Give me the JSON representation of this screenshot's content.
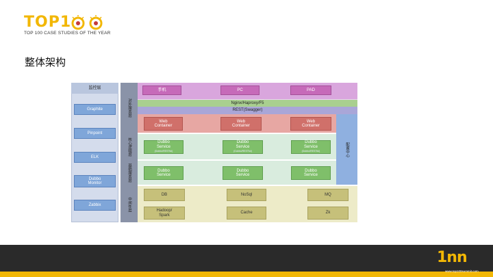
{
  "header": {
    "logo_text": "TOP1",
    "logo_subtitle": "TOP 100 CASE STUDIES OF THE YEAR",
    "title": "整体架构"
  },
  "monitor": {
    "title": "监控层",
    "items": [
      "Graphite",
      "Pinpoint",
      "ELK",
      "Dubbo\nMonitor",
      "Zabbix"
    ]
  },
  "layers": {
    "external": "对外服务层",
    "core": "核心逻辑层",
    "base": "基础服务层",
    "middleware": "中间件层",
    "config": "配置中心"
  },
  "clients": [
    "手机",
    "PC",
    "PAD"
  ],
  "gateway": "Nginx/Haproxy/F5",
  "rest": "REST(Swagger)",
  "web_containers": [
    "Web\nContainer",
    "Web\nContainer",
    "Web\nContainer"
  ],
  "core_services": [
    "Dubbo\nService",
    "Dubbo\nService",
    "Dubbo\nService"
  ],
  "core_service_sub": "(Dubbo/RESTful)",
  "base_services": [
    "Dubbo\nService",
    "Dubbo\nService",
    "Dubbo\nService"
  ],
  "middleware_items": [
    "DB",
    "NoSql",
    "MQ",
    "Hadoop/\nSpark",
    "Cache",
    "Zk"
  ],
  "footer": {
    "logo": "1nn",
    "url": "www.top100summit.com"
  },
  "colors": {
    "brand_yellow": "#f2b705",
    "footer_dark": "#2a2a2a"
  }
}
